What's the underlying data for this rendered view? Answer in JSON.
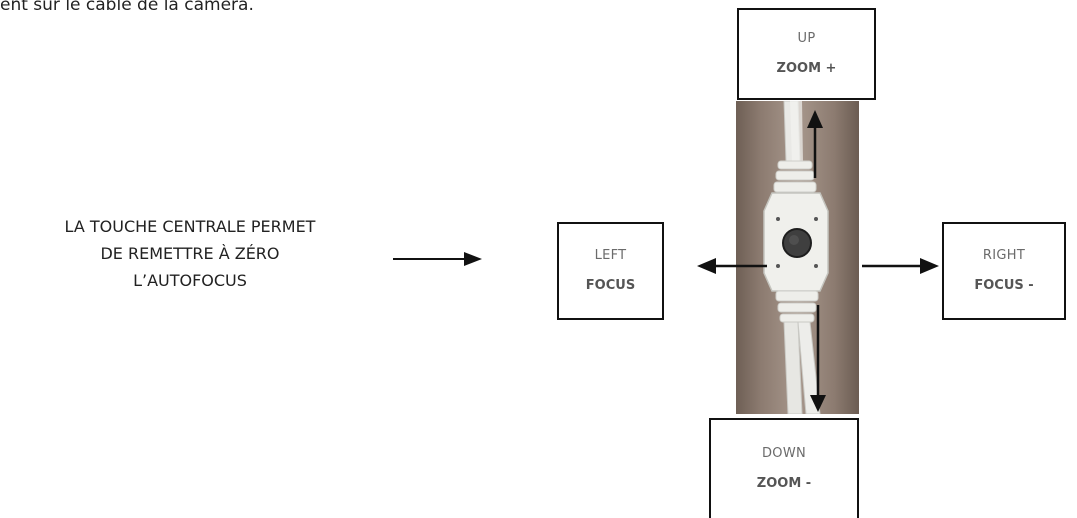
{
  "header": {
    "partial_text": "ent sur le câble de la caméra."
  },
  "note": {
    "lines": [
      "LA TOUCHE CENTRALE PERMET",
      "DE REMETTRE À ZÉRO",
      "L’AUTOFOCUS"
    ]
  },
  "controls": {
    "up": {
      "direction": "UP",
      "action": "ZOOM +"
    },
    "left": {
      "direction": "LEFT",
      "action": "FOCUS"
    },
    "right": {
      "direction": "RIGHT",
      "action": "FOCUS -"
    },
    "down": {
      "direction": "DOWN",
      "action": "ZOOM -"
    }
  },
  "colors": {
    "box_border": "#111111",
    "direction_text": "#6b6b6b",
    "action_text": "#555555"
  }
}
